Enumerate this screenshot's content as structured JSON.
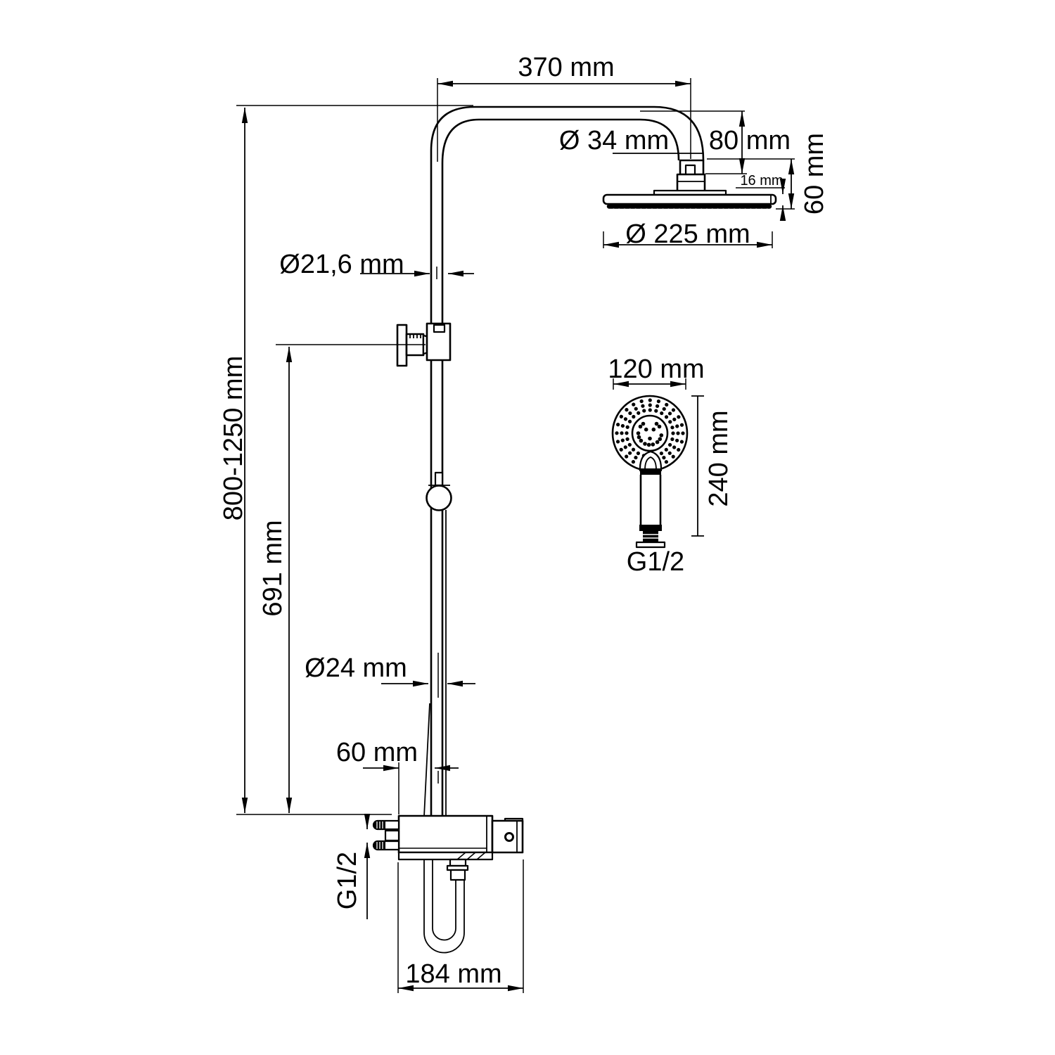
{
  "colors": {
    "line": "#000000",
    "background": "#ffffff"
  },
  "labels": {
    "arm_reach": "370 mm",
    "arm_tube_diameter": "Ø 34 mm",
    "head_drop": "80 mm",
    "head_rim_thickness": "16 mm",
    "head_height": "60 mm",
    "head_diameter": "Ø 225 mm",
    "upper_pipe_diameter": "Ø21,6 mm",
    "column_height_range": "800-1250 mm",
    "bracket_height": "691 mm",
    "lower_pipe_diameter": "Ø24 mm",
    "pipe_wall_offset": "60 mm",
    "inlet_thread": "G1/2",
    "mixer_width": "184 mm",
    "handshower_head_diameter": "120 mm",
    "handshower_length": "240 mm",
    "handshower_thread": "G1/2"
  }
}
